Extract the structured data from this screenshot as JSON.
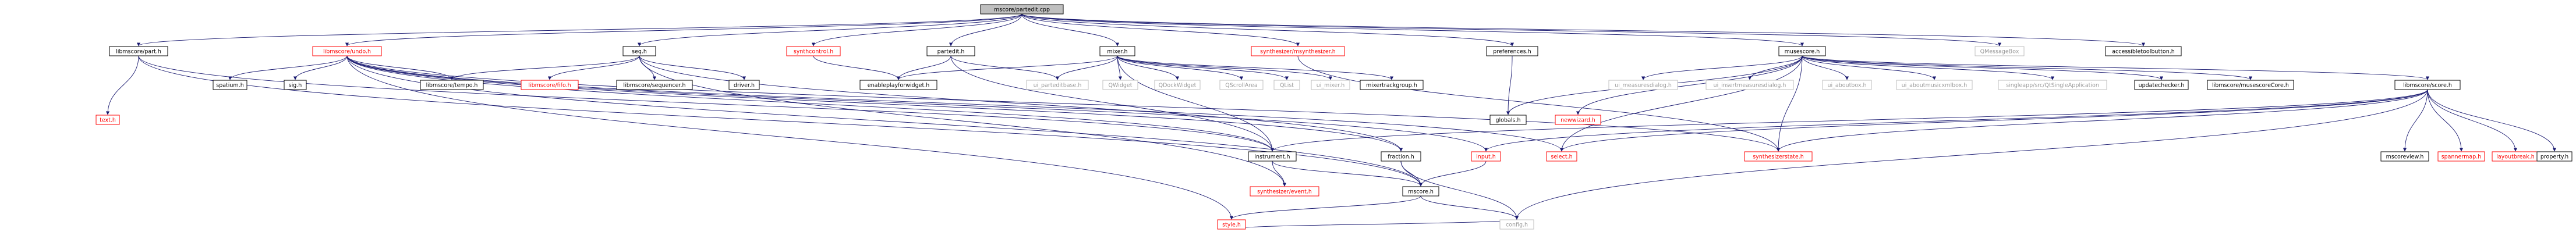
{
  "colors": {
    "edge": "#191970",
    "node_border": "#bfbfbf",
    "node_border_dark": "#000000",
    "root_fill": "#bfbfbf",
    "local_text": "#000000",
    "link_text": "#ff0000",
    "system_text": "#999999"
  },
  "nodes": [
    {
      "id": "root",
      "label": "mscore/partedit.cpp",
      "style": "root"
    },
    {
      "id": "libmscore_part",
      "label": "libmscore/part.h",
      "style": "local"
    },
    {
      "id": "libmscore_undo",
      "label": "libmscore/undo.h",
      "style": "link"
    },
    {
      "id": "seq",
      "label": "seq.h",
      "style": "local"
    },
    {
      "id": "synthcontrol",
      "label": "synthcontrol.h",
      "style": "link"
    },
    {
      "id": "partedit",
      "label": "partedit.h",
      "style": "local"
    },
    {
      "id": "mixer",
      "label": "mixer.h",
      "style": "local"
    },
    {
      "id": "synth_msynth",
      "label": "synthesizer/msynthesizer.h",
      "style": "link"
    },
    {
      "id": "preferences",
      "label": "preferences.h",
      "style": "local"
    },
    {
      "id": "musescore",
      "label": "musescore.h",
      "style": "local"
    },
    {
      "id": "qmessagebox",
      "label": "QMessageBox",
      "style": "system"
    },
    {
      "id": "accessibletoolbutton",
      "label": "accessibletoolbutton.h",
      "style": "local"
    },
    {
      "id": "text",
      "label": "text.h",
      "style": "link"
    },
    {
      "id": "spatium",
      "label": "spatium.h",
      "style": "local"
    },
    {
      "id": "sig",
      "label": "sig.h",
      "style": "local"
    },
    {
      "id": "libmscore_tempo",
      "label": "libmscore/tempo.h",
      "style": "local"
    },
    {
      "id": "libmscore_fifo",
      "label": "libmscore/fifo.h",
      "style": "link"
    },
    {
      "id": "libmscore_sequencer",
      "label": "libmscore/sequencer.h",
      "style": "local"
    },
    {
      "id": "driver",
      "label": "driver.h",
      "style": "local"
    },
    {
      "id": "enableplayforwidget",
      "label": "enableplayforwidget.h",
      "style": "local"
    },
    {
      "id": "ui_partedit",
      "label": "ui_parteditbase.h",
      "style": "system"
    },
    {
      "id": "qwidget",
      "label": "QWidget",
      "style": "system"
    },
    {
      "id": "qdockwidget",
      "label": "QDockWidget",
      "style": "system"
    },
    {
      "id": "qscrollarea",
      "label": "QScrollArea",
      "style": "system"
    },
    {
      "id": "qlist",
      "label": "QList",
      "style": "system"
    },
    {
      "id": "ui_mixer",
      "label": "ui_mixer.h",
      "style": "system"
    },
    {
      "id": "mixertrackgroup",
      "label": "mixertrackgroup.h",
      "style": "local"
    },
    {
      "id": "globals",
      "label": "globals.h",
      "style": "local"
    },
    {
      "id": "newwizard",
      "label": "newwizard.h",
      "style": "link"
    },
    {
      "id": "ui_measuresdialog",
      "label": "ui_measuresdialog.h",
      "style": "system"
    },
    {
      "id": "ui_insertmeasuresdialog",
      "label": "ui_insertmeasuresdialog.h",
      "style": "system"
    },
    {
      "id": "ui_aboutbox",
      "label": "ui_aboutbox.h",
      "style": "system"
    },
    {
      "id": "ui_aboutmusicxmlbox",
      "label": "ui_aboutmusicxmlbox.h",
      "style": "system"
    },
    {
      "id": "singleapp",
      "label": "singleapp/src/QtSingleApplication",
      "style": "system"
    },
    {
      "id": "updatechecker",
      "label": "updatechecker.h",
      "style": "local"
    },
    {
      "id": "musescorecore",
      "label": "libmscore/musescoreCore.h",
      "style": "local"
    },
    {
      "id": "libmscore_score",
      "label": "libmscore/score.h",
      "style": "local"
    },
    {
      "id": "instrument",
      "label": "instrument.h",
      "style": "local"
    },
    {
      "id": "fraction",
      "label": "fraction.h",
      "style": "local"
    },
    {
      "id": "input",
      "label": "input.h",
      "style": "link"
    },
    {
      "id": "select",
      "label": "select.h",
      "style": "link"
    },
    {
      "id": "synthesizerstate",
      "label": "synthesizerstate.h",
      "style": "link"
    },
    {
      "id": "mscoreview",
      "label": "mscoreview.h",
      "style": "local"
    },
    {
      "id": "spannermap",
      "label": "spannermap.h",
      "style": "link"
    },
    {
      "id": "layoutbreak",
      "label": "layoutbreak.h",
      "style": "link"
    },
    {
      "id": "property",
      "label": "property.h",
      "style": "local"
    },
    {
      "id": "synthesizerevent",
      "label": "synthesizer/event.h",
      "style": "link"
    },
    {
      "id": "mscore",
      "label": "mscore.h",
      "style": "local"
    },
    {
      "id": "style",
      "label": "style.h",
      "style": "link"
    },
    {
      "id": "config",
      "label": "config.h",
      "style": "system"
    }
  ],
  "edges": [
    [
      "root",
      "libmscore_part"
    ],
    [
      "root",
      "libmscore_undo"
    ],
    [
      "root",
      "seq"
    ],
    [
      "root",
      "synthcontrol"
    ],
    [
      "root",
      "partedit"
    ],
    [
      "root",
      "mixer"
    ],
    [
      "root",
      "synth_msynth"
    ],
    [
      "root",
      "preferences"
    ],
    [
      "root",
      "musescore"
    ],
    [
      "root",
      "qmessagebox"
    ],
    [
      "root",
      "accessibletoolbutton"
    ],
    [
      "libmscore_part",
      "text"
    ],
    [
      "libmscore_part",
      "instrument"
    ],
    [
      "libmscore_part",
      "mscore"
    ],
    [
      "libmscore_undo",
      "spatium"
    ],
    [
      "libmscore_undo",
      "sig"
    ],
    [
      "libmscore_undo",
      "libmscore_tempo"
    ],
    [
      "libmscore_undo",
      "instrument"
    ],
    [
      "libmscore_undo",
      "input"
    ],
    [
      "libmscore_undo",
      "select"
    ],
    [
      "libmscore_undo",
      "fraction"
    ],
    [
      "libmscore_undo",
      "synthesizerstate"
    ],
    [
      "libmscore_undo",
      "style"
    ],
    [
      "libmscore_undo",
      "mscore"
    ],
    [
      "seq",
      "libmscore_tempo"
    ],
    [
      "seq",
      "libmscore_fifo"
    ],
    [
      "seq",
      "libmscore_sequencer"
    ],
    [
      "seq",
      "driver"
    ],
    [
      "seq",
      "synthesizerevent"
    ],
    [
      "seq",
      "fraction"
    ],
    [
      "synthcontrol",
      "enableplayforwidget"
    ],
    [
      "partedit",
      "ui_partedit"
    ],
    [
      "partedit",
      "enableplayforwidget"
    ],
    [
      "partedit",
      "instrument"
    ],
    [
      "mixer",
      "ui_partedit"
    ],
    [
      "mixer",
      "qwidget"
    ],
    [
      "mixer",
      "qdockwidget"
    ],
    [
      "mixer",
      "qscrollarea"
    ],
    [
      "mixer",
      "qlist"
    ],
    [
      "mixer",
      "ui_mixer"
    ],
    [
      "mixer",
      "mixertrackgroup"
    ],
    [
      "mixer",
      "enableplayforwidget"
    ],
    [
      "mixer",
      "instrument"
    ],
    [
      "synth_msynth",
      "synthesizerstate"
    ],
    [
      "preferences",
      "globals"
    ],
    [
      "musescore",
      "globals"
    ],
    [
      "musescore",
      "newwizard"
    ],
    [
      "musescore",
      "ui_measuresdialog"
    ],
    [
      "musescore",
      "ui_insertmeasuresdialog"
    ],
    [
      "musescore",
      "ui_aboutbox"
    ],
    [
      "musescore",
      "ui_aboutmusicxmlbox"
    ],
    [
      "musescore",
      "singleapp"
    ],
    [
      "musescore",
      "updatechecker"
    ],
    [
      "musescore",
      "musescorecore"
    ],
    [
      "musescore",
      "libmscore_score"
    ],
    [
      "musescore",
      "select"
    ],
    [
      "musescore",
      "synthesizerstate"
    ],
    [
      "libmscore_score",
      "input"
    ],
    [
      "libmscore_score",
      "instrument"
    ],
    [
      "libmscore_score",
      "select"
    ],
    [
      "libmscore_score",
      "synthesizerstate"
    ],
    [
      "libmscore_score",
      "mscoreview"
    ],
    [
      "libmscore_score",
      "spannermap"
    ],
    [
      "libmscore_score",
      "layoutbreak"
    ],
    [
      "libmscore_score",
      "property"
    ],
    [
      "libmscore_score",
      "config"
    ],
    [
      "instrument",
      "synthesizerevent"
    ],
    [
      "instrument",
      "mscore"
    ],
    [
      "fraction",
      "mscore"
    ],
    [
      "fraction",
      "config"
    ],
    [
      "input",
      "mscore"
    ],
    [
      "mscore",
      "style"
    ],
    [
      "mscore",
      "config"
    ],
    [
      "style",
      "config"
    ]
  ]
}
